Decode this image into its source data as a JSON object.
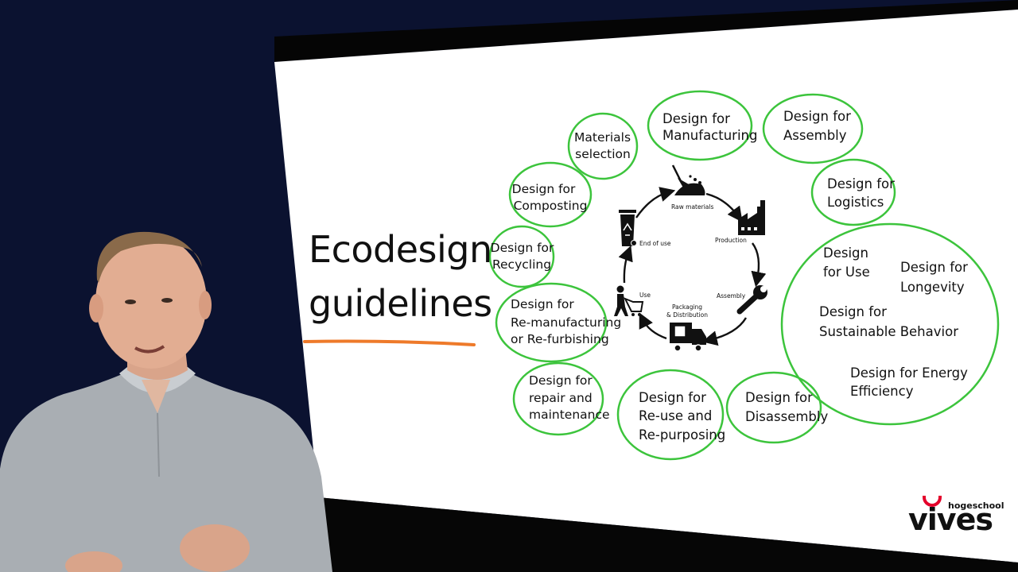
{
  "slide": {
    "title_lines": [
      "Ecodesign",
      "guidelines"
    ],
    "bubbles": {
      "materials_selection": [
        "Materials",
        "selection"
      ],
      "manufacturing": [
        "Design for",
        "Manufacturing"
      ],
      "assembly": [
        "Design for",
        "Assembly"
      ],
      "logistics": [
        "Design for",
        "Logistics"
      ],
      "composting": [
        "Design for",
        "Composting"
      ],
      "recycling": [
        "Design for",
        "Recycling"
      ],
      "remanufacturing": [
        "Design for",
        "Re-manufacturing",
        "or Re-furbishing"
      ],
      "repair": [
        "Design for",
        "repair and",
        "maintenance"
      ],
      "reuse": [
        "Design for",
        "Re-use and",
        "Re-purposing"
      ],
      "disassembly": [
        "Design for",
        "Disassembly"
      ],
      "use": [
        "Design",
        "for Use"
      ],
      "longevity": [
        "Design for",
        "Longevity"
      ],
      "sustainable_behavior": [
        "Design for",
        "Sustainable Behavior"
      ],
      "energy_efficiency": [
        "Design for Energy",
        "Efficiency"
      ]
    },
    "cycle": {
      "raw_materials": "Raw materials",
      "production": "Production",
      "assembly": "Assembly",
      "packaging": [
        "Packaging",
        "& Distribution"
      ],
      "use": "Use",
      "end_of_use": "End of use"
    },
    "colors": {
      "bubble_stroke": "#3cc43c",
      "underline": "#ee7a2a",
      "logo_red": "#e4002b"
    }
  },
  "logo": {
    "small": "hogeschool",
    "word": "vives"
  }
}
